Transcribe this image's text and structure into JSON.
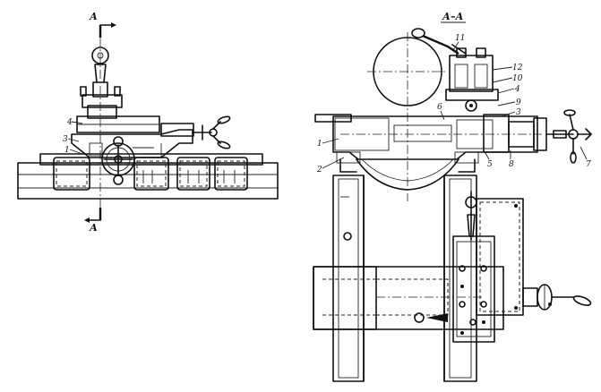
{
  "left_view": {
    "section_mark_top": "А",
    "section_mark_bottom": "А",
    "labels": [
      "4",
      "3",
      "1"
    ]
  },
  "right_view": {
    "section_title": "А–А",
    "labels": [
      "11",
      "12",
      "10",
      "4",
      "9",
      "3",
      "6",
      "1",
      "2",
      "5",
      "8",
      "7"
    ]
  }
}
